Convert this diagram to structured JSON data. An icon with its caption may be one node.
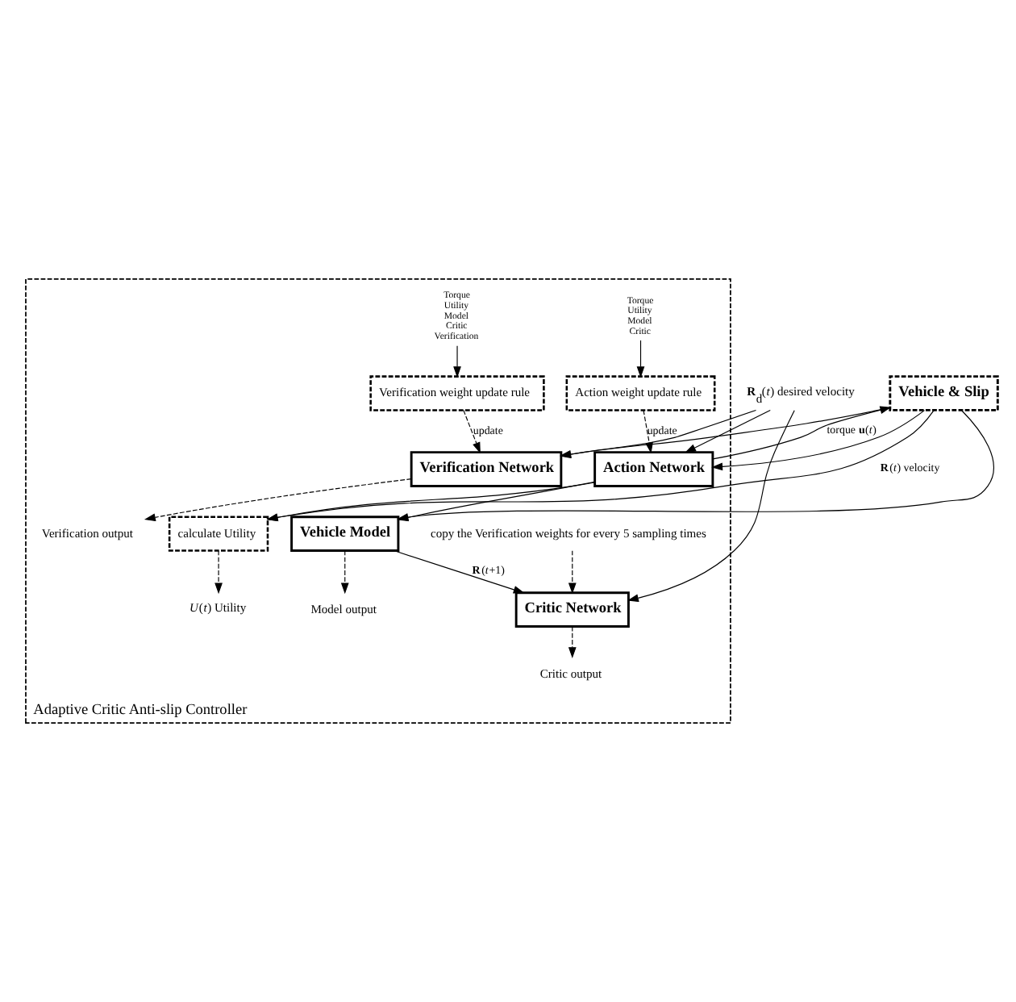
{
  "diagram": {
    "nodes": [
      {
        "text": [
          "Adaptive Critic Anti-slip Controller"
        ]
      },
      {
        "text": [
          "**R**$_{d}$(*t*) desired velocity"
        ]
      },
      {
        "text": [
          "Vehicle & Slip"
        ]
      },
      {
        "text": [
          "Action weight update rule"
        ],
        "in": 0
      },
      {
        "text": [
          "Torque",
          "Utility",
          "Model",
          "Critic"
        ],
        "in": 0
      },
      {
        "text": [
          "calculate Utility"
        ],
        "in": 0
      },
      {
        "text": [
          "Action Network"
        ],
        "in": 0
      },
      {
        "text": [
          "Vehicle Model"
        ],
        "in": 0
      },
      {
        "text": [
          "*U*(*t*) Utility"
        ],
        "in": 0
      },
      {
        "text": [
          "Model output"
        ],
        "in": 0
      },
      {
        "text": [
          "copy the Verification weights for every 5 sampling times"
        ],
        "in": 0
      },
      {
        "text": [
          "Critic Network"
        ],
        "in": 0
      },
      {
        "text": [
          "Torque",
          "Utility",
          "Model",
          "Critic",
          "Verification"
        ],
        "in": 0
      },
      {
        "text": [
          "Verification weight update rule"
        ],
        "in": 0
      },
      {
        "text": [
          "Critic output"
        ],
        "in": 0
      },
      {
        "text": [
          "Verification Network"
        ],
        "in": 0
      },
      {
        "text": [
          "Verification output"
        ],
        "in": 0
      }
    ],
    "edges": [
      {
        "from": 1,
        "to": 6,
        "arrow": "to"
      },
      {
        "from": 1,
        "to": 11,
        "arrow": "to"
      },
      {
        "from": 1,
        "to": 15,
        "arrow": "to"
      },
      {
        "from": 6,
        "to": 2,
        "arrow": "to",
        "label": "torque **u**(*t*)"
      },
      {
        "from": 6,
        "to": 5,
        "arrow": "to"
      },
      {
        "from": 6,
        "to": 7,
        "arrow": "to"
      },
      {
        "from": 2,
        "to": 5,
        "arrow": "to",
        "label": "**R**(*t*) velocity"
      },
      {
        "from": 2,
        "to": 7,
        "arrow": "to"
      },
      {
        "from": 2,
        "to": 6,
        "arrow": "to"
      },
      {
        "from": 2,
        "to": 15,
        "arrow": "to"
      },
      {
        "from": 4,
        "to": 3,
        "arrow": "to"
      },
      {
        "from": 3,
        "to": 6,
        "arrow": "to",
        "label": "update",
        "style": "dashed"
      },
      {
        "from": 5,
        "to": 8,
        "arrow": "to",
        "style": "dashed"
      },
      {
        "from": 7,
        "to": 9,
        "arrow": "to",
        "style": "dashed"
      },
      {
        "from": 7,
        "to": 11,
        "arrow": "to",
        "label": "**R**(*t*+1)"
      },
      {
        "from": 10,
        "to": 11,
        "arrow": "to",
        "style": "dashed"
      },
      {
        "from": 11,
        "to": 14,
        "arrow": "to",
        "style": "dashed"
      },
      {
        "from": 12,
        "to": 13,
        "arrow": "to"
      },
      {
        "from": 13,
        "to": 15,
        "arrow": "to",
        "label": "update",
        "style": "dashed"
      },
      {
        "from": 15,
        "to": 16,
        "arrow": "to",
        "style": "dashed"
      }
    ]
  }
}
